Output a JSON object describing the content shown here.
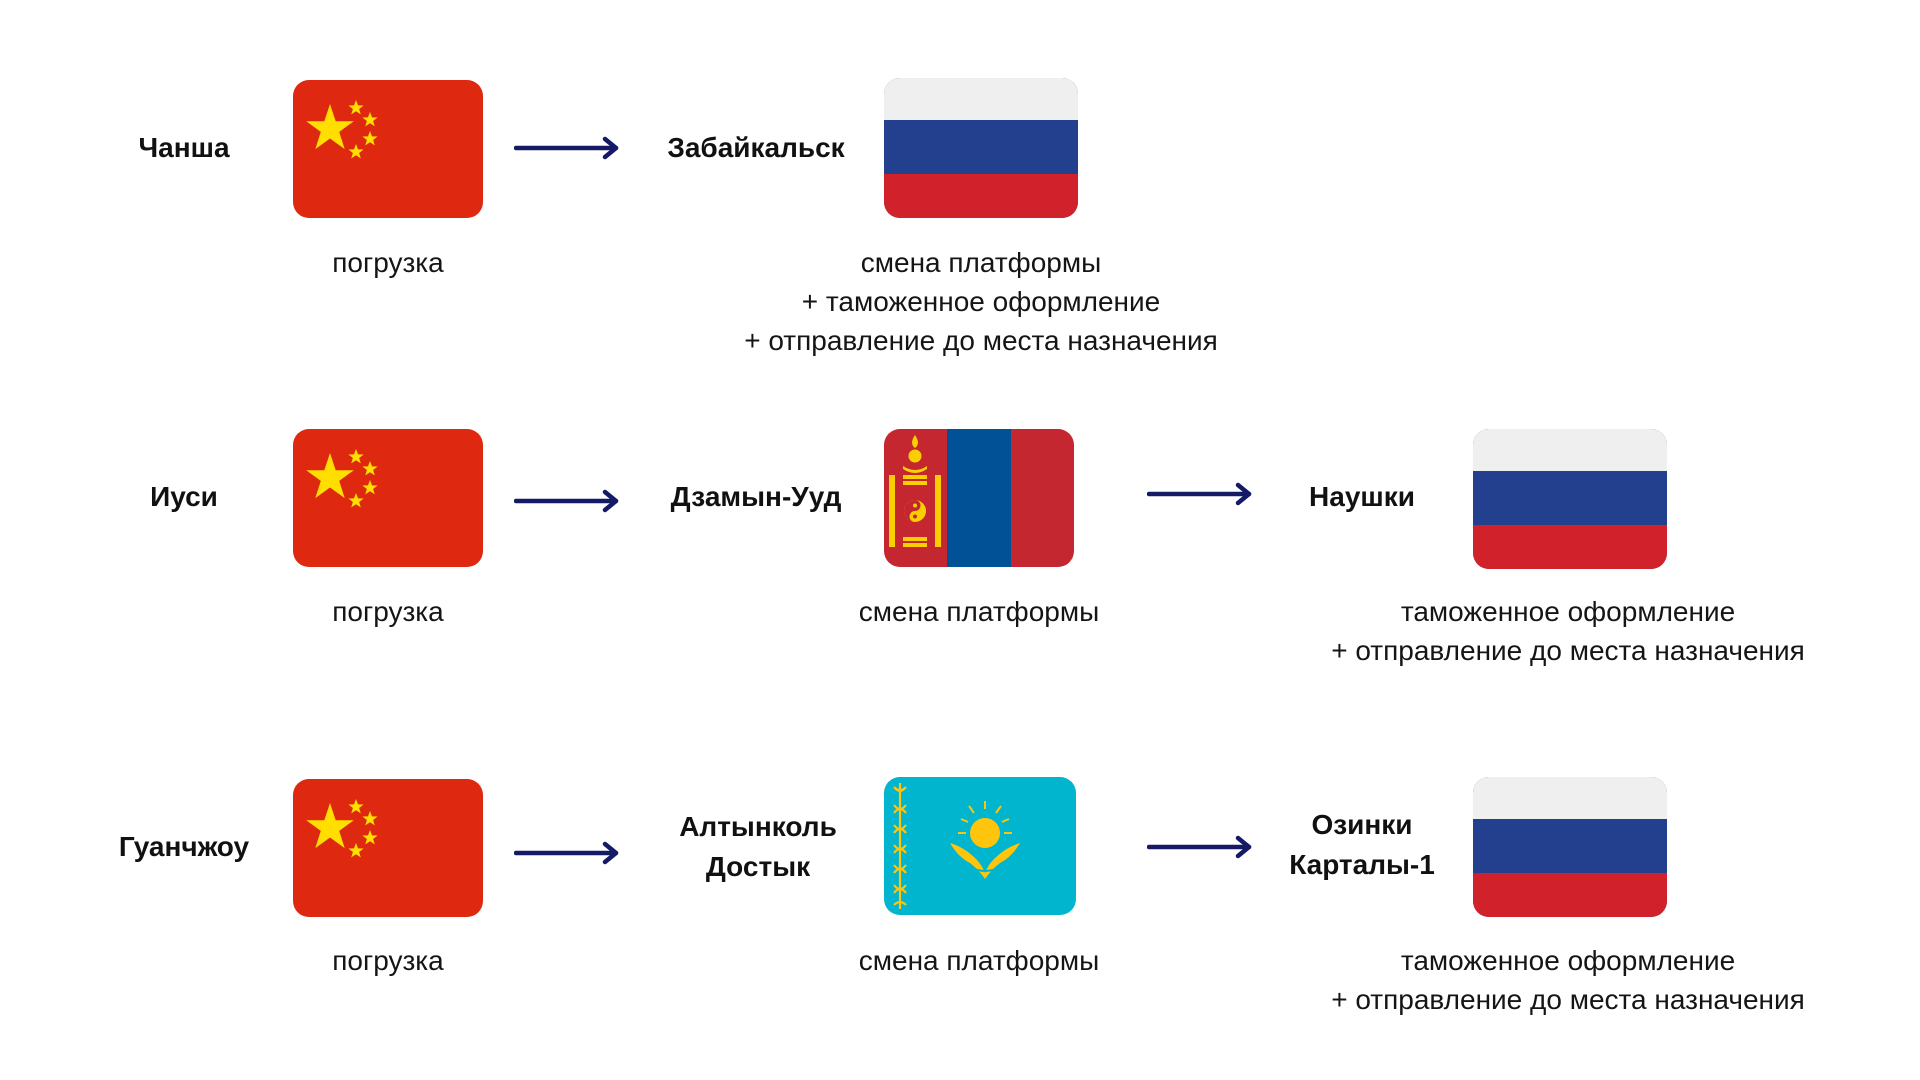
{
  "routes": [
    {
      "origin": {
        "lines": [
          "Чанша"
        ],
        "flag": "china-flag"
      },
      "origin_caption": [
        "погрузка"
      ],
      "hub": {
        "lines": [
          "Забайкальск"
        ],
        "flag": "russia-flag"
      },
      "hub_caption": [
        "смена платформы",
        "+ таможенное оформление",
        "+ отправление до места назначения"
      ]
    },
    {
      "origin": {
        "lines": [
          "Иуси"
        ],
        "flag": "china-flag"
      },
      "origin_caption": [
        "погрузка"
      ],
      "hub": {
        "lines": [
          "Дзамын-Ууд"
        ],
        "flag": "mongolia-flag"
      },
      "hub_caption": [
        "смена платформы"
      ],
      "final": {
        "lines": [
          "Наушки"
        ],
        "flag": "russia-flag"
      },
      "final_caption": [
        "таможенное оформление",
        "+ отправление до места назначения"
      ]
    },
    {
      "origin": {
        "lines": [
          "Гуанчжоу"
        ],
        "flag": "china-flag"
      },
      "origin_caption": [
        "погрузка"
      ],
      "hub": {
        "lines": [
          "Алтынколь",
          "Достык"
        ],
        "flag": "kazakhstan-flag"
      },
      "hub_caption": [
        "смена платформы"
      ],
      "final": {
        "lines": [
          "Озинки",
          "Карталы-1"
        ],
        "flag": "russia-flag"
      },
      "final_caption": [
        "таможенное оформление",
        "+ отправление до места назначения"
      ]
    }
  ],
  "colors": {
    "arrow": "#141a66",
    "china_red": "#de2910",
    "china_star": "#ffde00",
    "russia_white": "#efefef",
    "russia_blue": "#23408e",
    "russia_red": "#d1222b",
    "mongolia_red": "#c4272f",
    "mongolia_blue": "#015197",
    "mongolia_gold": "#f9cf02",
    "kazakhstan_blue": "#00b5cd",
    "kazakhstan_gold": "#fec50c"
  }
}
